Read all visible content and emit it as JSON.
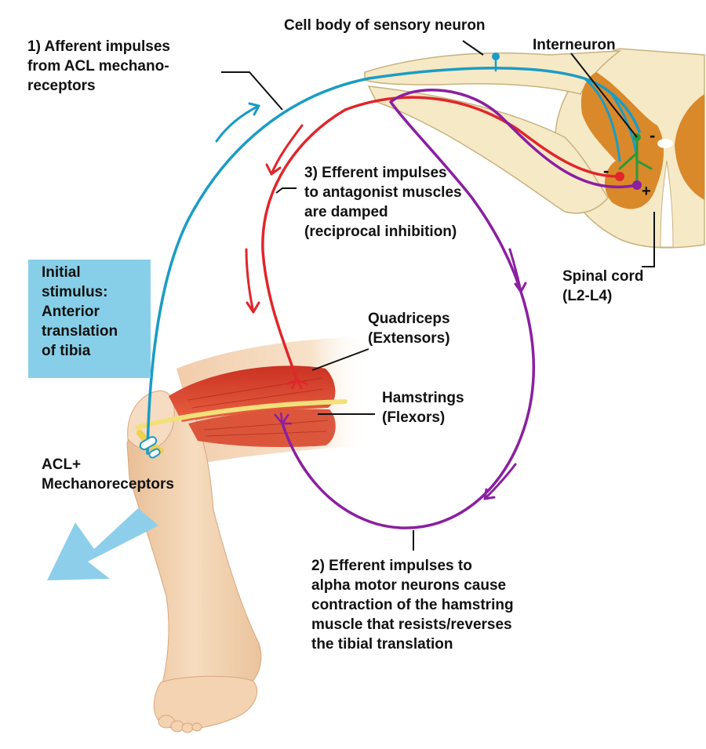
{
  "labels": {
    "afferent": "1) Afferent impulses\nfrom ACL mechano-\nreceptors",
    "cell_body": "Cell body of sensory neuron",
    "interneuron": "Interneuron",
    "efferent_antagonist": "3) Efferent impulses\nto antagonist muscles\nare damped\n(reciprocal inhibition)",
    "spinal_cord": "Spinal cord\n(L2-L4)",
    "stimulus": "Initial\nstimulus:\nAnterior\ntranslation\nof tibia",
    "quadriceps": "Quadriceps\n(Extensors)",
    "hamstrings": "Hamstrings\n(Flexors)",
    "acl": "ACL+\nMechanoreceptors",
    "efferent_alpha": "2) Efferent impulses to\nalpha motor neurons cause\ncontraction of the hamstring\nmuscle that resists/reverses\nthe tibial translation",
    "sign_minus_top": "-",
    "sign_minus_left": "-",
    "sign_plus": "+"
  },
  "colors": {
    "afferent_nerve": "#1a9cc4",
    "inhibited_nerve": "#e0262b",
    "excitatory_nerve": "#8a1fa0",
    "interneuron": "#2a9a3a",
    "stimulus_box": "#87cfe8",
    "stimulus_arrow": "#8dcfea",
    "skin": "#f3d3b1",
    "muscle": "#d8402b",
    "gray_matter": "#d9892a",
    "white_matter": "#f6e9c6"
  }
}
